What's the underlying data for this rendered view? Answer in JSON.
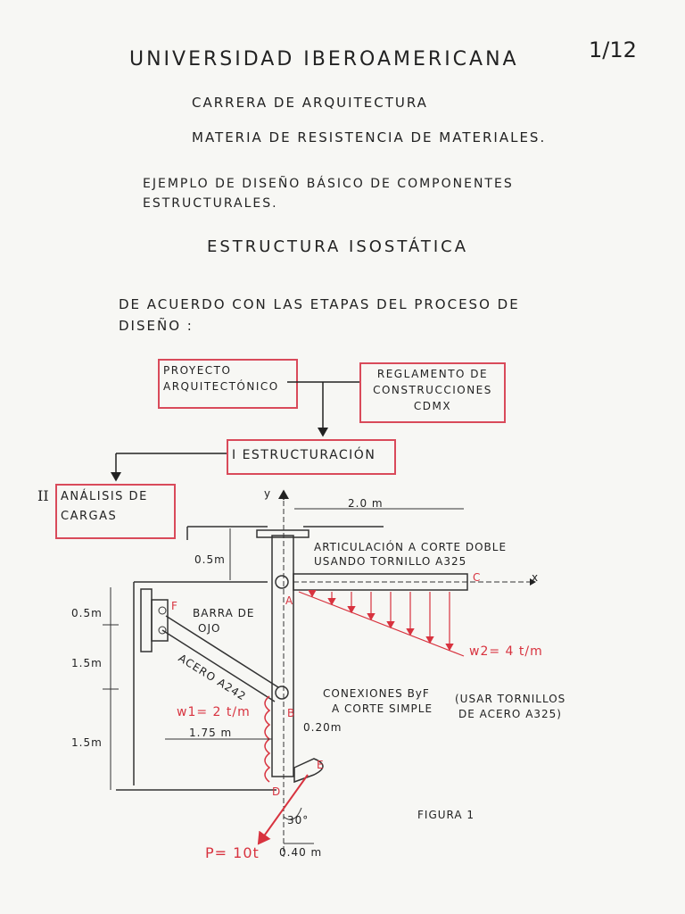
{
  "header": {
    "page_number": "1/12",
    "university": "UNIVERSIDAD IBEROAMERICANA",
    "career": "CARRERA DE ARQUITECTURA",
    "subject": "MATERIA DE RESISTENCIA DE MATERIALES."
  },
  "intro": {
    "example_line1": "EJEMPLO DE DISEÑO BÁSICO DE COMPONENTES",
    "example_line2": "ESTRUCTURALES.",
    "structure_title": "ESTRUCTURA ISOSTÁTICA",
    "process_line1": "DE ACUERDO CON LAS ETAPAS DEL PROCESO DE",
    "process_line2": "DISEÑO :"
  },
  "flowchart": {
    "proyecto_l1": "PROYECTO",
    "proyecto_l2": "ARQUITECTÓNICO",
    "reglamento_l1": "REGLAMENTO DE",
    "reglamento_l2": "CONSTRUCCIONES",
    "reglamento_l3": "CDMX",
    "estructuracion": "I ESTRUCTURACIÓN",
    "analisis_roman": "II",
    "analisis_l1": "ANÁLISIS DE",
    "analisis_l2": "CARGAS"
  },
  "figure": {
    "y_axis": "y",
    "x_axis": "x",
    "dim_2m": "2.0 m",
    "dim_05_top": "0.5m",
    "dim_05_left": "0.5m",
    "dim_15_a": "1.5m",
    "dim_15_b": "1.5m",
    "dim_175": "1.75 m",
    "dim_020": "0.20m",
    "dim_040": "0.40 m",
    "angle": "30°",
    "articulacion_l1": "ARTICULACIÓN A CORTE DOBLE",
    "articulacion_l2": "USANDO TORNILLO A325",
    "barra_l1": "BARRA DE",
    "barra_l2": "OJO",
    "acero": "ACERO A242",
    "conexiones_l1": "CONEXIONES ByF",
    "conexiones_l2": "A CORTE SIMPLE",
    "usar_l1": "(USAR TORNILLOS",
    "usar_l2": "DE ACERO A325)",
    "w1": "w1= 2 t/m",
    "w2": "w2= 4 t/m",
    "load_p": "P= 10t",
    "pt_a": "A",
    "pt_b": "B",
    "pt_c": "C",
    "pt_d": "D",
    "pt_e": "E",
    "pt_f": "F",
    "caption": "FIGURA 1",
    "accent_color": "#d8333f"
  }
}
